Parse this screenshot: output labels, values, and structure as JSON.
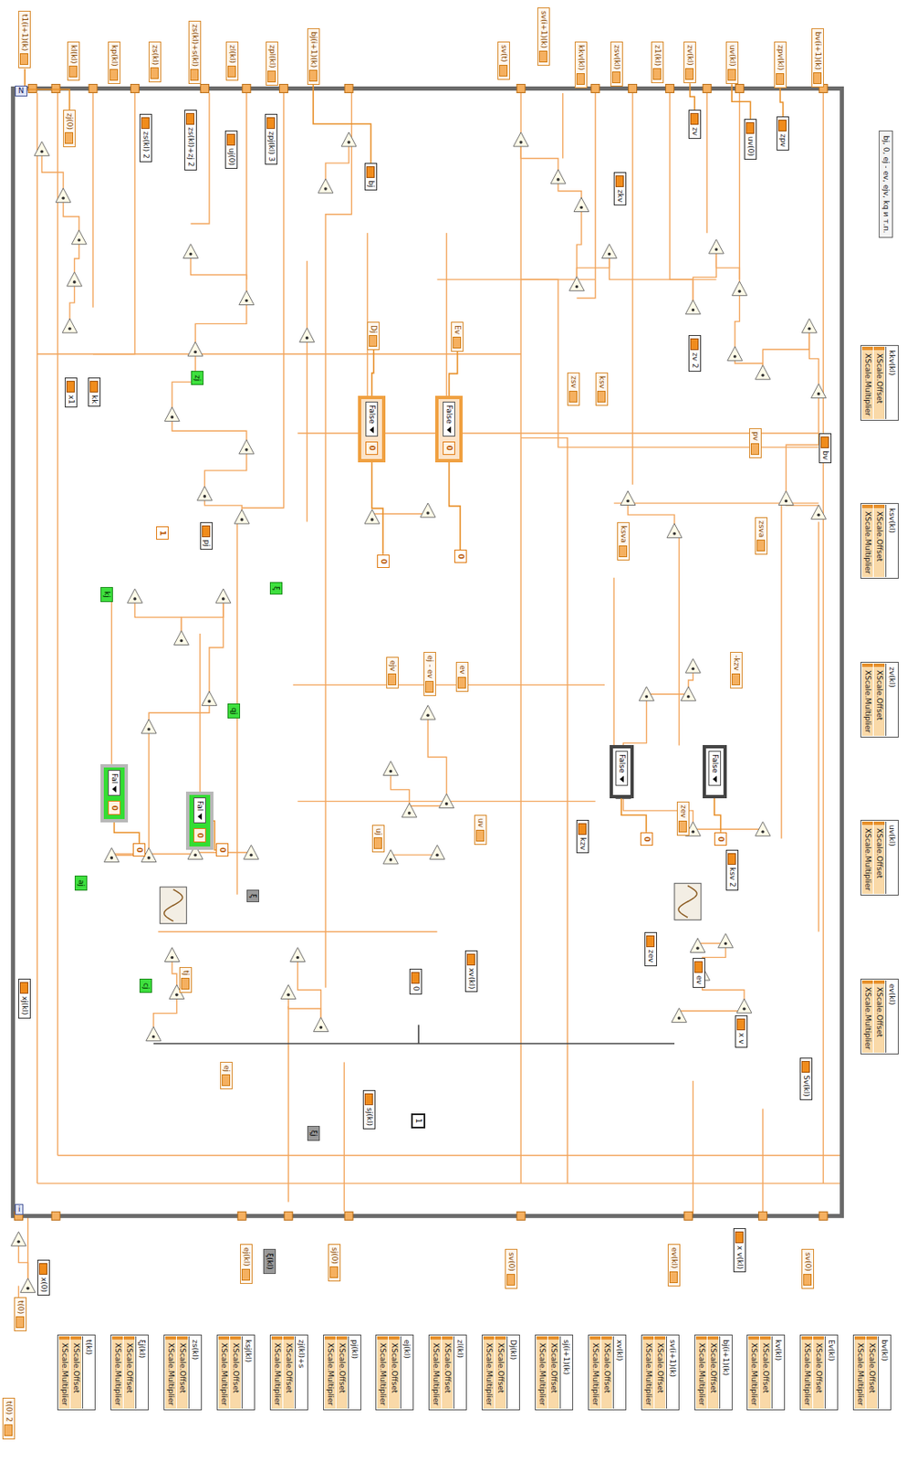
{
  "diagram": {
    "nodes": [
      {
        "text": [
          "t1(i+1)(k)"
        ]
      },
      {
        "text": [
          "kl(kl)"
        ]
      },
      {
        "text": [
          "kp(kl)"
        ]
      },
      {
        "text": [
          "zs(kl)"
        ]
      },
      {
        "text": [
          "zs(kl)+s(kl)"
        ]
      },
      {
        "text": [
          "zl(kl)"
        ]
      },
      {
        "text": [
          "zpl(kl)"
        ]
      },
      {
        "text": [
          "bj(i+1)(k)"
        ]
      },
      {
        "text": [
          "sv(t)"
        ]
      },
      {
        "text": [
          "sv(i+1)(k)"
        ]
      },
      {
        "text": [
          "kkv(kl)"
        ]
      },
      {
        "text": [
          "zsv(kl)"
        ]
      },
      {
        "text": [
          "z1(kl)"
        ]
      },
      {
        "text": [
          "zv(kl)"
        ]
      },
      {
        "text": [
          "uv(kl)"
        ]
      },
      {
        "text": [
          "zpv(kl)"
        ]
      },
      {
        "text": [
          "bv(i+1)(k)"
        ]
      },
      {
        "text": [
          "zj(0)"
        ]
      },
      {
        "text": [
          "zs(kl) 2"
        ]
      },
      {
        "text": [
          "zs(kl)+zj 2"
        ]
      },
      {
        "text": [
          "uj(0)"
        ]
      },
      {
        "text": [
          "zpj(kl) 3"
        ]
      },
      {
        "text": [
          "bj"
        ]
      },
      {
        "text": [
          "zkv"
        ]
      },
      {
        "text": [
          "zv"
        ]
      },
      {
        "text": [
          "uv(0)"
        ]
      },
      {
        "text": [
          "zpv"
        ]
      },
      {
        "text": [
          "x1"
        ]
      },
      {
        "text": [
          "kk"
        ]
      },
      {
        "text": [
          "zj"
        ]
      },
      {
        "text": [
          "1"
        ]
      },
      {
        "text": [
          "pj"
        ]
      },
      {
        "text": [
          "Dj"
        ]
      },
      {
        "text": [
          "Ev"
        ]
      },
      {
        "text": [
          "False"
        ]
      },
      {
        "text": [
          "0"
        ],
        "in": 34
      },
      {
        "text": [
          "False"
        ]
      },
      {
        "text": [
          "0"
        ],
        "in": 36
      },
      {
        "text": [
          "0"
        ]
      },
      {
        "text": [
          "0"
        ]
      },
      {
        "text": [
          "ej - ev"
        ]
      },
      {
        "text": [
          "ejv"
        ]
      },
      {
        "text": [
          "ev"
        ]
      },
      {
        "text": [
          "uj"
        ]
      },
      {
        "text": [
          "uv"
        ]
      },
      {
        "text": [
          "zsv"
        ]
      },
      {
        "text": [
          "ksv"
        ]
      },
      {
        "text": [
          "zv 2"
        ]
      },
      {
        "text": [
          "pv"
        ]
      },
      {
        "text": [
          "bv"
        ]
      },
      {
        "text": [
          "ksva"
        ]
      },
      {
        "text": [
          "zsva"
        ]
      },
      {
        "text": [
          "-kzv"
        ]
      },
      {
        "text": [
          "False"
        ]
      },
      {
        "text": [
          "False"
        ]
      },
      {
        "text": [
          "kzv"
        ]
      },
      {
        "text": [
          "zev"
        ]
      },
      {
        "text": [
          "ksv 2"
        ]
      },
      {
        "text": [
          "0"
        ]
      },
      {
        "text": [
          "0"
        ]
      },
      {
        "text": [
          "x v"
        ]
      },
      {
        "text": [
          "ev"
        ]
      },
      {
        "text": [
          "Sv(kl)"
        ]
      },
      {
        "text": [
          "xv(kl)"
        ]
      },
      {
        "text": [
          "0"
        ]
      },
      {
        "text": [
          "xj(kl)"
        ]
      },
      {
        "text": [
          "sj(kl)"
        ]
      },
      {
        "text": [
          "ej"
        ]
      },
      {
        "text": [
          "1"
        ]
      },
      {
        "text": [
          "kj"
        ]
      },
      {
        "text": [
          "ξ"
        ]
      },
      {
        "text": [
          "qj"
        ]
      },
      {
        "text": [
          "aj"
        ]
      },
      {
        "text": [
          "cj"
        ]
      },
      {
        "text": [
          "Fal"
        ]
      },
      {
        "text": [
          "0"
        ],
        "in": 74
      },
      {
        "text": [
          "Fal"
        ]
      },
      {
        "text": [
          "0"
        ],
        "in": 76
      },
      {
        "text": [
          "0"
        ]
      },
      {
        "text": [
          "0"
        ]
      },
      {
        "text": [
          "ξ"
        ]
      },
      {
        "text": [
          "ξj"
        ]
      },
      {
        "text": [
          "tj"
        ]
      },
      {
        "text": [
          "zev"
        ]
      },
      {
        "text": [
          "t(0)"
        ]
      },
      {
        "text": [
          "x(0)"
        ]
      },
      {
        "text": [
          "ej(kl)"
        ]
      },
      {
        "text": [
          "ξ(kl)"
        ]
      },
      {
        "text": [
          "sj(0)"
        ]
      },
      {
        "text": [
          "sv(0)"
        ]
      },
      {
        "text": [
          "ev(kl)"
        ]
      },
      {
        "text": [
          "x v(kl)"
        ]
      },
      {
        "text": [
          "sv(0)"
        ]
      },
      {
        "text": [
          "bj, 0, ej - ev, ejv, kq и т.п."
        ]
      },
      {
        "text": [
          "kkv(kl)",
          "XScale.Offset",
          "XScale.Multiplier"
        ]
      },
      {
        "text": [
          "ksv(kl)",
          "XScale.Offset",
          "XScale.Multiplier"
        ]
      },
      {
        "text": [
          "zv(kl)",
          "XScale.Offset",
          "XScale.Multiplier"
        ]
      },
      {
        "text": [
          "uv(kl)",
          "XScale.Offset",
          "XScale.Multiplier"
        ]
      },
      {
        "text": [
          "ev(kl)",
          "XScale.Offset",
          "XScale.Multiplier"
        ]
      },
      {
        "text": [
          "t(kl)",
          "XScale.Offset",
          "XScale.Multiplier"
        ]
      },
      {
        "text": [
          "ξj(kl)",
          "XScale.Offset",
          "XScale.Multiplier"
        ]
      },
      {
        "text": [
          "zs(kl)",
          "XScale.Offset",
          "XScale.Multiplier"
        ]
      },
      {
        "text": [
          "ksj(kl)",
          "XScale.Offset",
          "XScale.Multiplier"
        ]
      },
      {
        "text": [
          "zj(kl)+s",
          "XScale.Offset",
          "XScale.Multiplier"
        ]
      },
      {
        "text": [
          "pj(kl)",
          "XScale.Offset",
          "XScale.Multiplier"
        ]
      },
      {
        "text": [
          "ej(kl)",
          "XScale.Offset",
          "XScale.Multiplier"
        ]
      },
      {
        "text": [
          "zl(kl)",
          "XScale.Offset",
          "XScale.Multiplier"
        ]
      },
      {
        "text": [
          "Dj(kl)",
          "XScale.Offset",
          "XScale.Multiplier"
        ]
      },
      {
        "text": [
          "sj(i+1)(k)",
          "XScale.Offset",
          "XScale.Multiplier"
        ]
      },
      {
        "text": [
          "xv(kl)",
          "XScale.Offset",
          "XScale.Multiplier"
        ]
      },
      {
        "text": [
          "sv(i+1)(k)",
          "XScale.Offset",
          "XScale.Multiplier"
        ]
      },
      {
        "text": [
          "bj(i+1)(k)",
          "XScale.Offset",
          "XScale.Multiplier"
        ]
      },
      {
        "text": [
          "kv(kl)",
          "XScale.Offset",
          "XScale.Multiplier"
        ]
      },
      {
        "text": [
          "Ev(kl)",
          "XScale.Offset",
          "XScale.Multiplier"
        ]
      },
      {
        "text": [
          "bv(kl)",
          "XScale.Offset",
          "XScale.Multiplier"
        ]
      },
      {
        "text": [
          "t(0) 2"
        ]
      }
    ],
    "edges": [
      {
        "from": 34,
        "to": 32,
        "arrow": "none"
      },
      {
        "from": 36,
        "to": 33,
        "arrow": "none"
      },
      {
        "from": 38,
        "to": 34,
        "arrow": "none"
      },
      {
        "from": 39,
        "to": 36,
        "arrow": "none"
      },
      {
        "from": 7,
        "to": 22,
        "arrow": "none"
      },
      {
        "from": 13,
        "to": 24,
        "arrow": "none"
      },
      {
        "from": 14,
        "to": 25,
        "arrow": "none"
      },
      {
        "from": 15,
        "to": 26,
        "arrow": "none"
      },
      {
        "from": 0,
        "to": 17,
        "arrow": "none"
      },
      {
        "from": 58,
        "to": 53,
        "arrow": "none"
      },
      {
        "from": 59,
        "to": 54,
        "arrow": "none"
      },
      {
        "from": 78,
        "to": 74,
        "arrow": "none"
      },
      {
        "from": 79,
        "to": 76,
        "arrow": "none"
      }
    ],
    "labels": [
      "N",
      "i"
    ]
  }
}
